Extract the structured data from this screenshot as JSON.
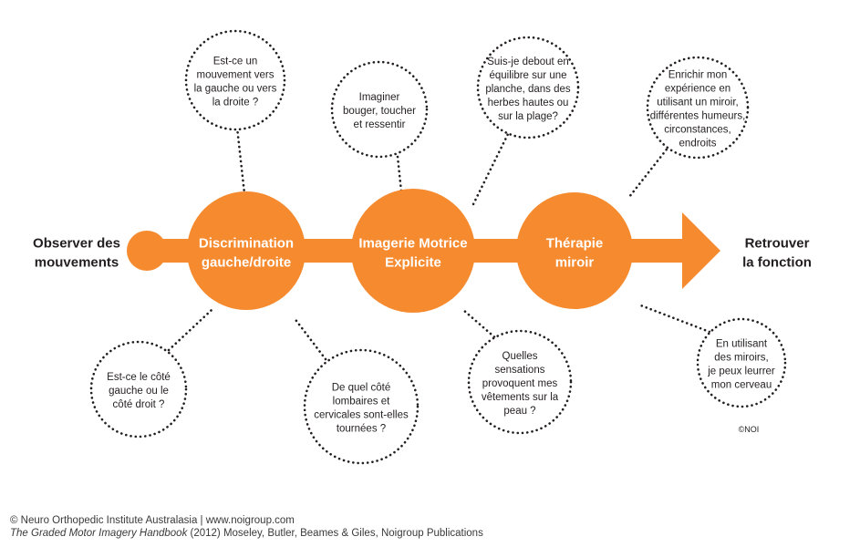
{
  "colors": {
    "orange": "#f58a2f",
    "dots": "#231f20",
    "text": "#231f20",
    "footer_text": "#3a3a3a"
  },
  "start_label": [
    "Observer des",
    "mouvements"
  ],
  "end_label": [
    "Retrouver",
    "la fonction"
  ],
  "stages": [
    {
      "id": "discrimination",
      "lines": [
        "Discrimination",
        "gauche/droite"
      ]
    },
    {
      "id": "imagerie",
      "lines": [
        "Imagerie Motrice",
        "Explicite"
      ]
    },
    {
      "id": "therapie",
      "lines": [
        "Thérapie",
        "miroir"
      ]
    }
  ],
  "bubbles": [
    {
      "id": "mouvement-vers",
      "lines": [
        "Est-ce un",
        "mouvement vers",
        "la gauche ou vers",
        "la droite ?"
      ]
    },
    {
      "id": "cote-gauche",
      "lines": [
        "Est-ce le côté",
        "gauche ou le",
        "côté droit ?"
      ]
    },
    {
      "id": "quel-cote",
      "lines": [
        "De quel côté",
        "lombaires et",
        "cervicales sont-elles",
        "tournées ?"
      ]
    },
    {
      "id": "imaginer",
      "lines": [
        "Imaginer",
        "bouger, toucher",
        "et ressentir"
      ]
    },
    {
      "id": "debout",
      "lines": [
        "Suis-je debout en",
        "équilibre sur une",
        "planche, dans des",
        "herbes hautes ou",
        "sur la plage?"
      ]
    },
    {
      "id": "sensations",
      "lines": [
        "Quelles",
        "sensations",
        "provoquent mes",
        "vêtements sur la",
        "peau ?"
      ]
    },
    {
      "id": "enrichir",
      "lines": [
        "Enrichir mon",
        "expérience en",
        "utilisant un miroir,",
        "différentes humeurs,",
        "circonstances,",
        "endroits"
      ]
    },
    {
      "id": "miroirs",
      "lines": [
        "En utilisant",
        "des miroirs,",
        "je peux leurrer",
        "mon cerveau"
      ]
    }
  ],
  "copyright_mark": "©NOI",
  "footer": {
    "line1": "© Neuro Orthopedic Institute Australasia | www.noigroup.com",
    "book_title": "The Graded Motor Imagery Handbook",
    "line2_rest": " (2012) Moseley, Butler, Beames & Giles, Noigroup Publications"
  }
}
